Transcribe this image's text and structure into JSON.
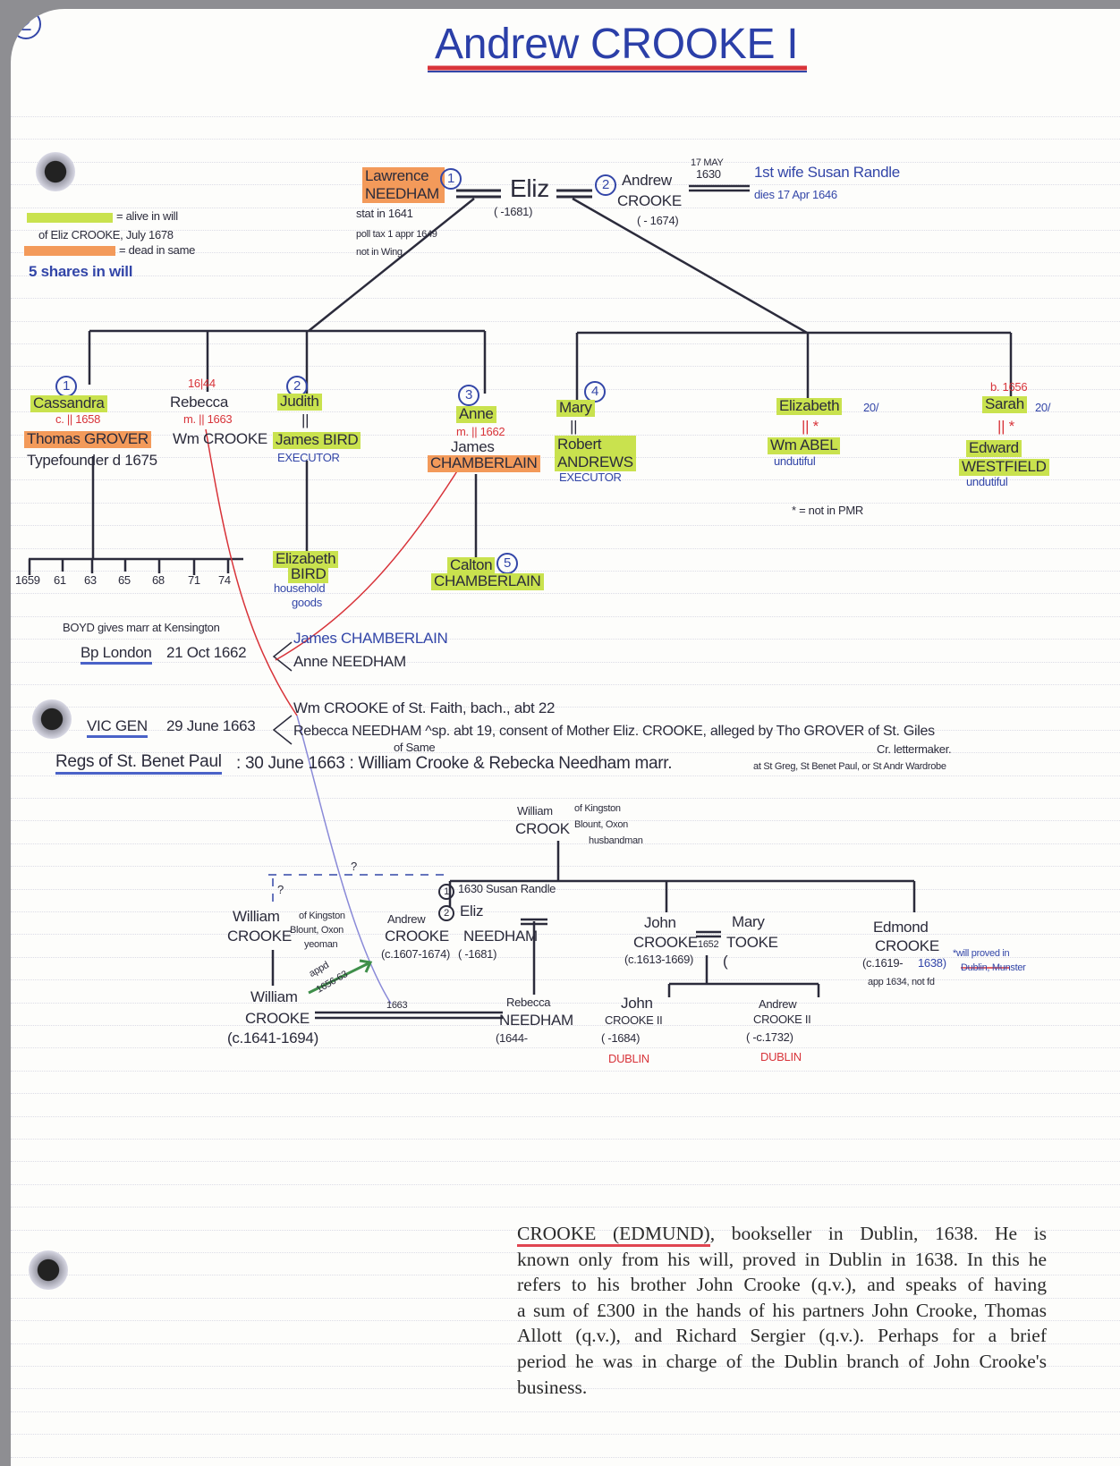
{
  "title": "Andrew CROOKE I",
  "page_number": "2",
  "colors": {
    "ink": "#2b2b3b",
    "blue": "#3346a8",
    "red": "#d8343a",
    "alive_highlight": "#c9e24e",
    "dead_highlight": "#f39a5a"
  },
  "legend": {
    "alive": "= alive in will",
    "of_will": "of Eliz CROOKE, July 1678",
    "dead": "= dead in same",
    "shares": "5 shares in will"
  },
  "top": {
    "lawrence_num": "1",
    "lawrence_first": "Lawrence",
    "lawrence_last": "NEEDHAM",
    "lawrence_notes": [
      "stat in 1641",
      "poll tax 1 appr 1649",
      "not in Wing"
    ],
    "eliz": "Eliz",
    "eliz_dates": "(   -1681)",
    "andrew_num": "2",
    "andrew_first": "Andrew",
    "andrew_last": "CROOKE",
    "andrew_dates": "(   -  1674)",
    "marriage_day": "17 MAY",
    "marriage_year": "1630",
    "first_wife": "1st wife Susan Randle",
    "first_wife_death": "dies 17 Apr 1646"
  },
  "children": {
    "cassandra": {
      "num": "1",
      "name": "Cassandra",
      "marr": "c. || 1658",
      "spouse": "Thomas GROVER",
      "note": "Typefounder d 1675"
    },
    "timeline": [
      "1659",
      "61",
      "63",
      "65",
      "68",
      "71",
      "74"
    ],
    "rebecca": {
      "born": "16|44",
      "name": "Rebecca",
      "marr": "m. || 1663",
      "spouse": "Wm CROOKE"
    },
    "judith": {
      "num": "2",
      "name": "Judith",
      "marr": "||",
      "spouse": "James BIRD",
      "role": "EXECUTOR",
      "child1": "Elizabeth",
      "child2": "BIRD",
      "bequest1": "household",
      "bequest2": "goods"
    },
    "anne": {
      "num": "3",
      "name": "Anne",
      "marr": "m. || 1662",
      "spouse1": "James",
      "spouse2": "CHAMBERLAIN",
      "child1": "Calton",
      "child_num": "5",
      "child2": "CHAMBERLAIN"
    },
    "mary": {
      "num": "4",
      "name": "Mary",
      "marr": "||",
      "spouse1": "Robert",
      "spouse2": "ANDREWS",
      "role": "EXECUTOR"
    },
    "elizabeth": {
      "name": "Elizabeth",
      "bequest": "20/",
      "marr": "|| *",
      "spouse": "Wm ABEL",
      "note": "undutiful"
    },
    "sarah": {
      "born": "b. 1656",
      "name": "Sarah",
      "bequest": "20/",
      "marr": "|| *",
      "spouse1": "Edward",
      "spouse2": "WESTFIELD",
      "note": "undutiful"
    },
    "pmr_note": "* = not in PMR"
  },
  "notes": {
    "boyd": "BOYD gives marr at Kensington",
    "bp_london": "Bp London",
    "bp_date": "21 Oct 1662",
    "bp_groom": "James CHAMBERLAIN",
    "bp_bride": "Anne NEEDHAM",
    "vic_gen": "VIC GEN",
    "vic_date": "29 June 1663",
    "vic_groom": "Wm CROOKE of St. Faith, bach., abt 22",
    "vic_bride": "Rebecca NEEDHAM ^sp. abt 19, consent of Mother Eliz. CROOKE, alleged by Tho GROVER of St. Giles",
    "of_same": "of Same",
    "lettermaker": "Cr. lettermaker.",
    "regs": "Regs of St. Benet Paul",
    "regs_entry": ": 30 June 1663 : William Crooke & Rebecka Needham marr.",
    "regs_alt": "at St Greg, St Benet Paul, or St Andr Wardrobe"
  },
  "lower": {
    "william_sr1": "William",
    "william_sr2": "CROOK",
    "william_sr_note": [
      "of Kingston",
      "Blount, Oxon",
      "husbandman"
    ],
    "question": "?",
    "wife1": "1630 Susan Randle",
    "wife1_num": "1",
    "wife2": "Eliz",
    "wife2_num": "2",
    "andrew1": "Andrew",
    "andrew2": "CROOKE",
    "andrew3": "(c.1607-1674)",
    "eliz2": "NEEDHAM",
    "eliz3": "(       -1681)",
    "william_y1": "William",
    "william_y2": "CROOKE",
    "william_y_note": [
      "of Kingston",
      "Blount, Oxon",
      "yeoman"
    ],
    "apprenticed1": "appd",
    "apprenticed2": "1656-63",
    "william_j1": "William",
    "william_j2": "CROOKE",
    "william_j3": "(c.1641-1694)",
    "marr_year": "1663",
    "rebecca1": "Rebecca",
    "rebecca2": "NEEDHAM",
    "rebecca3": "(1644-",
    "john1": "John",
    "john2": "CROOKE",
    "john3": "(c.1613-1669)",
    "john_marr": "1652",
    "mary1": "Mary",
    "mary2": "TOOKE",
    "mary3": "(",
    "john2_1": "John",
    "john2_2": "CROOKE II",
    "john2_3": "(      -1684)",
    "john2_place": "DUBLIN",
    "andrew2_1": "Andrew",
    "andrew2_2": "CROOKE II",
    "andrew2_3": "(      -c.1732)",
    "andrew2_place": "DUBLIN",
    "edmond1": "Edmond",
    "edmond2": "CROOKE",
    "edmond3": "(c.1619-",
    "edmond_death": "1638)",
    "edmond_note": "app 1634, not fd",
    "edmond_will1": "*will proved in",
    "edmond_will2": "Dublin, Munster"
  },
  "biography": {
    "heading": "CROOKE (EDMUND)",
    "line1_rest": ", bookseller in Dublin, 1638. He is",
    "lines": [
      "known only from his will, proved in Dublin in 1638. In this he",
      "refers to his brother John Crooke (q.v.), and speaks of having",
      "a sum of £300 in the hands of his partners John Crooke, Thomas",
      "Allott (q.v.), and Richard Sergier (q.v.). Perhaps for a brief",
      "period he was in charge of the Dublin branch of John Crooke's",
      "business."
    ]
  }
}
